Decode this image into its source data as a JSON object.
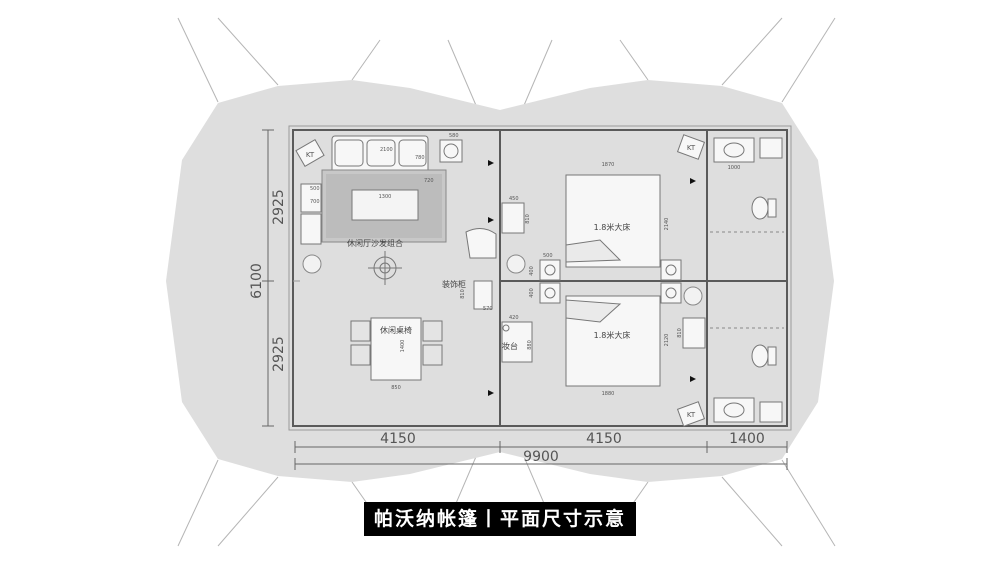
{
  "dimensions": {
    "top": "2925",
    "bottom": "2925",
    "total_height": "6100",
    "living": "4150",
    "bedrooms": "4150",
    "bathrooms": "1400",
    "total_width": "9900"
  },
  "labels": {
    "sofa_group": "休闲厅沙发组合",
    "dining": "休闲桌椅",
    "bed_top": "1.8米大床",
    "bed_bottom": "1.8米大床",
    "cabinet": "装饰柜",
    "desk": "妆台",
    "ac_living": "KT",
    "ac_bed_top": "KT",
    "ac_bed_bottom": "KT"
  },
  "small_dims": {
    "d580": "580",
    "d2100": "2100",
    "d780": "780",
    "d500a": "500",
    "d700": "700",
    "d1300": "1300",
    "d720": "720",
    "d1400": "1400",
    "d850": "850",
    "d450": "450",
    "d810a": "810",
    "d1870": "1870",
    "d2140": "2140",
    "d500b": "500",
    "d400a": "400",
    "d400b": "400",
    "d810b": "810",
    "d570": "570",
    "d420": "420",
    "d880": "880",
    "d2120": "2120",
    "d810c": "810",
    "d1880": "1880",
    "d1000": "1000"
  },
  "caption": "帕沃纳帐篷丨平面尺寸示意",
  "colors": {
    "tent": "#dedede",
    "wall": "#5a5a5a",
    "line": "#777777",
    "caption_bg": "#000000",
    "caption_text": "#ffffff"
  }
}
